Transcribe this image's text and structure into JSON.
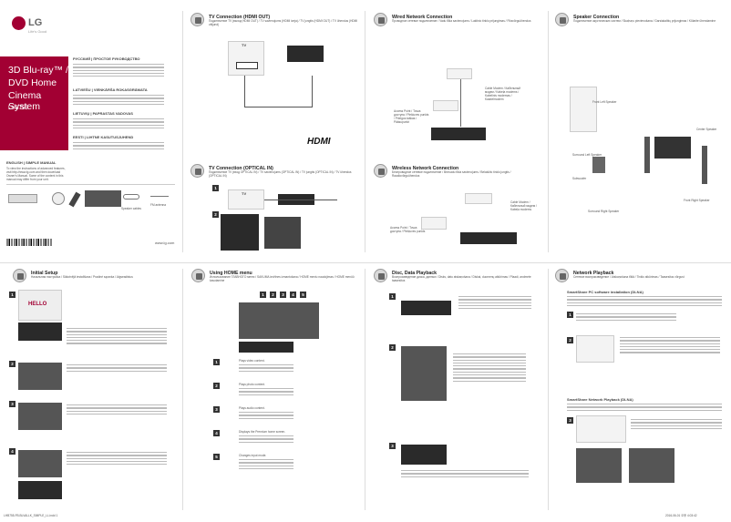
{
  "cover": {
    "brand": "LG",
    "tagline": "Life's Good",
    "product_title_lines": [
      "3D Blu-ray™ /",
      "DVD Home",
      "Cinema System"
    ],
    "model": "LHB755",
    "manual_heading_en": "ENGLISH | SIMPLE MANUAL",
    "manual_heading_ru": "РУССКИЙ | ПРОСТОЕ РУКОВОДСТВО",
    "manual_heading_lv": "LATVIEŠU | VIENKĀRŠA ROKASGRĀMATA",
    "manual_heading_lt": "LIETUVIŲ | PAPRASTAS VADOVAS",
    "manual_heading_et": "EESTI | LIHTNE KASUTUSJUHEND",
    "manual_text_en": "To view the instructions of advanced features, visit http://www.lg.com and then download Owner's Manual. Some of the content in this manual may differ from your unit.",
    "website": "www.lg.com",
    "accessory_labels": [
      "Speaker cables",
      "FM antenna"
    ]
  },
  "sections": {
    "tv_hdmi": {
      "title": "TV Connection (HDMI OUT)",
      "subtitle": "Подключение TV (выход HDMI OUT) / TV savienojums (HDMI izeja) / TV jungtis (HDMI OUT) / TV ühendus (HDMI väljund)",
      "tv_label": "TV",
      "hdmi_logo": "HDMI"
    },
    "wired": {
      "title": "Wired Network Connection",
      "subtitle": "Проводное сетевое подключение / Vadu tīkla savienojums / Laidinio tinklo prijungimas / Fiksvõrguühendus",
      "labels": [
        "Cable Modem / Кабельный модем / Kabeļa modems / Kabelinis modemas / Kaabelmodem",
        "Access Point / Точка доступа / Piekļuves punkts / Prieigos taškas / Pääsupunkt"
      ]
    },
    "speaker": {
      "title": "Speaker Connection",
      "subtitle": "Подключение акустических систем / Skaļruņu pievienošana / Garsiakalbių prijungimas / Kõlarite ühendamine",
      "labels": [
        "Front Left Speaker",
        "Front Right Speaker",
        "Center Speaker",
        "Surround Left Speaker",
        "Surround Right Speaker",
        "Subwoofer"
      ]
    },
    "tv_optical": {
      "title": "TV Connection (OPTICAL IN)",
      "subtitle": "Подключение TV (вход OPTICAL IN) / TV savienojums (OPTICAL IN) / TV jungtis (OPTICAL IN) / TV ühendus (OPTICAL IN)",
      "tv_label": "TV",
      "steps": [
        "1",
        "2"
      ]
    },
    "wireless": {
      "title": "Wireless Network Connection",
      "subtitle": "Беспроводное сетевое подключение / Bezvadu tīkla savienojums / Belaidžio tinklo jungtis / Raadiovõrguühendus",
      "labels": [
        "Cable Modem / Кабельный модем / Kabeļa modems",
        "Access Point / Точка доступа / Piekļuves punkts"
      ]
    },
    "initial": {
      "title": "Initial Setup",
      "subtitle": "Начальная настройка / Sākotnējā iestatīšana / Pradinė sąranka / Algseadistus",
      "hello": "HELLO",
      "steps": [
        "1",
        "2",
        "3",
        "4"
      ]
    },
    "home_menu": {
      "title": "Using HOME menu",
      "subtitle": "Использование ГЛАВНОГО меню / SAKUMA izvēlnes izmantošana / HOME meniu naudojimas / HOME menüü kasutamine",
      "tab_numbers": [
        "1",
        "2",
        "3",
        "4",
        "5"
      ],
      "steps": [
        "1",
        "2",
        "3",
        "4",
        "5"
      ],
      "items": [
        "Plays video content.",
        "Plays photo content.",
        "Plays audio content.",
        "Displays the Premium home screen.",
        "Changes input mode."
      ]
    },
    "disc": {
      "title": "Disc, Data Playback",
      "subtitle": "Воспроизведение диска, данных / Disks, datu atskaņošana / Diskai, duomenų atkūrimas / Plaadi, andmete taasesitus",
      "steps": [
        "1",
        "2",
        "3"
      ]
    },
    "network_playback": {
      "title": "Network Playback",
      "subtitle": "Сетевое воспроизведение / Atskaņošana tīklā / Tinklo atkūrimas / Taasesitus võrgust",
      "sub1": "SmartShare PC software installation (DLNA)",
      "sub2": "SmartShare Network Playback (DLNA)",
      "steps": [
        "1",
        "2",
        "3"
      ]
    }
  },
  "footer": {
    "left": "LHB755-FB.BLVALLK_SIMPLE_LL.indd 1",
    "right": "2016-06-01   오후 4:03:42"
  },
  "colors": {
    "brand_red": "#a20033",
    "panel_dark": "#2a2a2a"
  }
}
